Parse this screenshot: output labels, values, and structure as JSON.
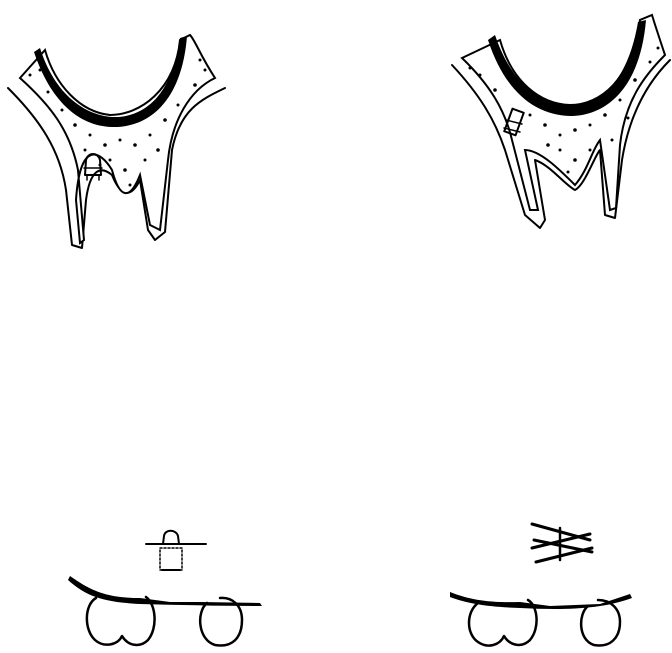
{
  "figure": {
    "panels": [
      {
        "id": "top-left",
        "subject": "maxilla-cross-section",
        "device": "bone-anchor-screw"
      },
      {
        "id": "top-right",
        "subject": "maxilla-cross-section",
        "device": "oblique-screw"
      },
      {
        "id": "bottom-left",
        "subject": "tooth-crowns",
        "device": "anchor-head-symbol"
      },
      {
        "id": "bottom-right",
        "subject": "tooth-crowns",
        "device": "cross-plate-symbol"
      }
    ],
    "colors": {
      "ink": "#000000",
      "paper": "#ffffff"
    }
  }
}
